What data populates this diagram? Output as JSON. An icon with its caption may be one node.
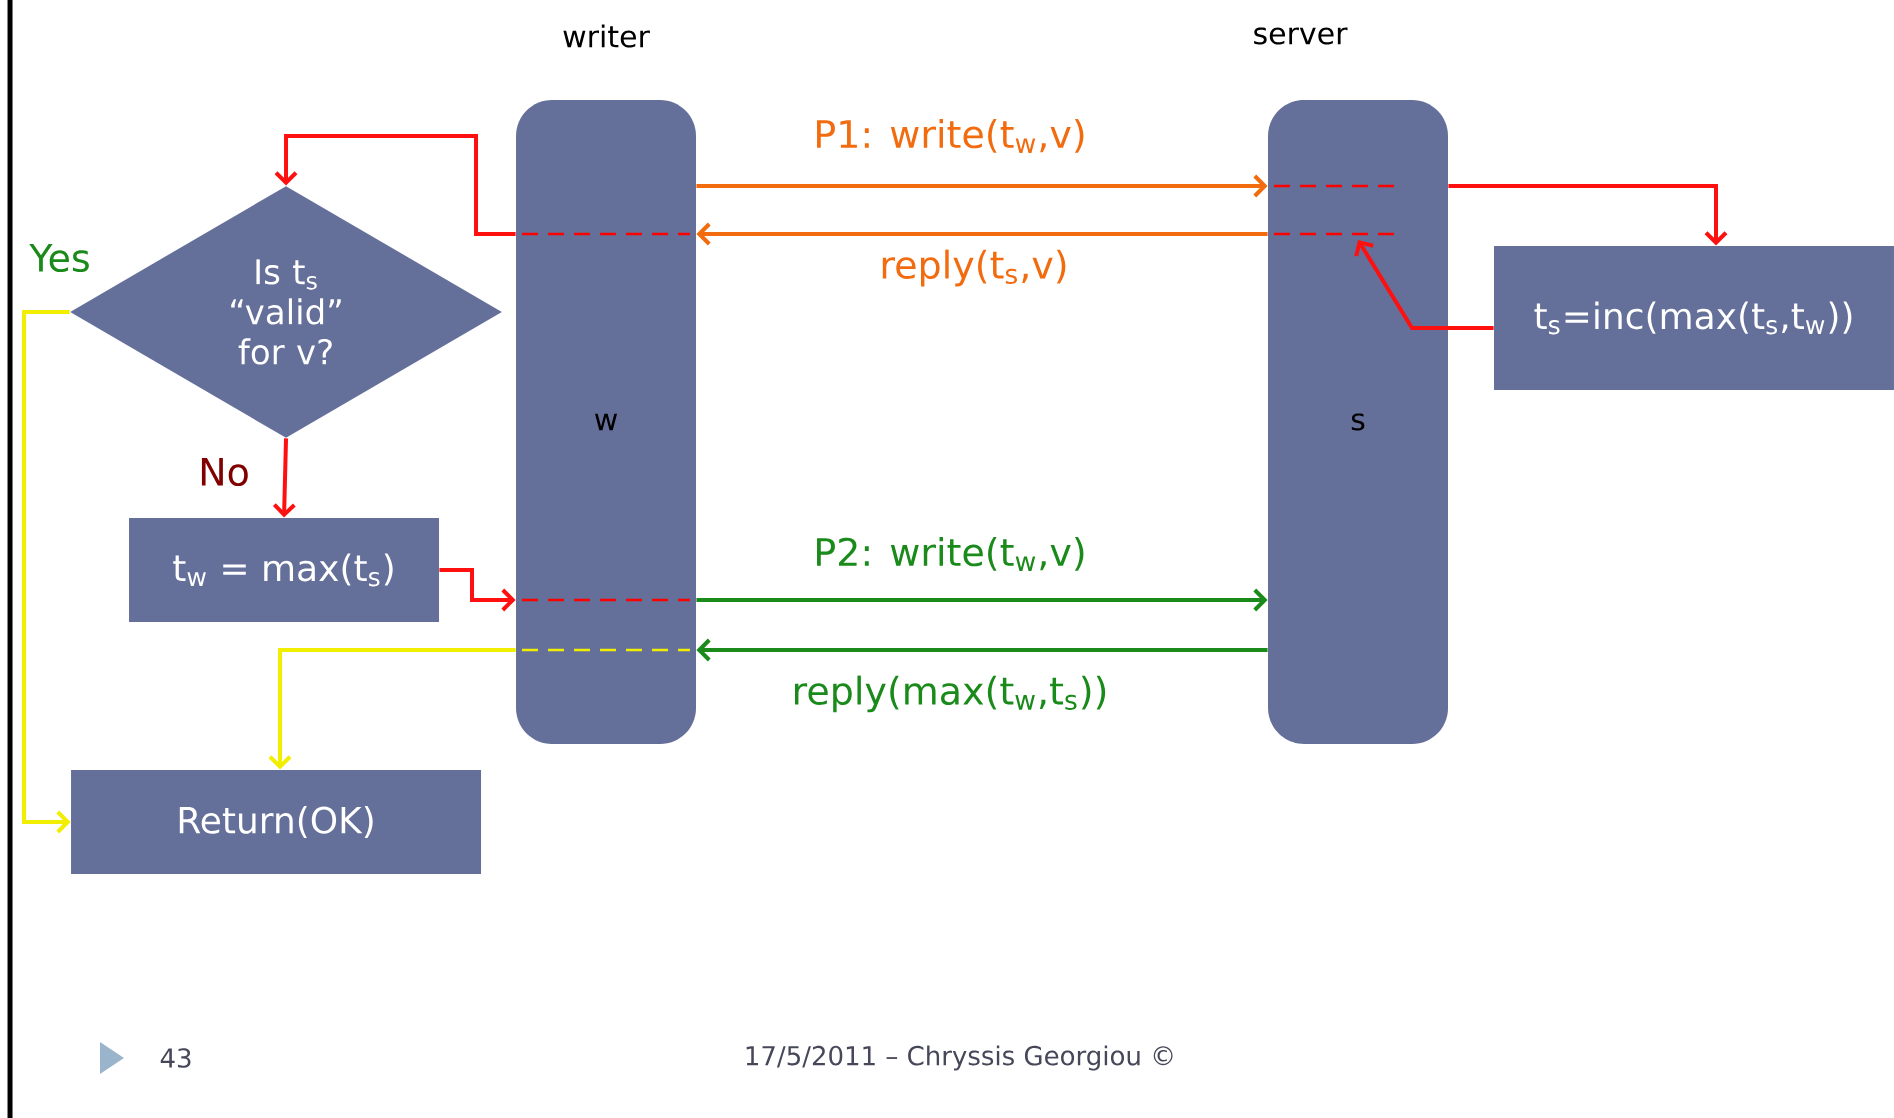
{
  "diagram": {
    "nodes": [
      {
        "text": [
          "w"
        ],
        "beside": [
          "writer"
        ]
      },
      {
        "text": [
          "s"
        ],
        "beside": [
          "server"
        ]
      },
      {
        "text": [
          "Is t$_{s}$ “valid” for v?"
        ]
      },
      {
        "text": [
          "t$_{w}$ = max(t$_{s}$)"
        ]
      },
      {
        "text": [
          "Return(OK)"
        ]
      },
      {
        "text": [
          "t$_{s}$=inc(max(t$_{s}$,t$_{w}$))"
        ]
      }
    ],
    "edges": [
      {
        "from": 0,
        "to": 1,
        "arrow": "to",
        "label": "P1: write(t$_{w}$,v)",
        "color": "#f26b0f"
      },
      {
        "from": 1,
        "to": 0,
        "arrow": "to",
        "label": "reply(t$_{s}$,v)",
        "color": "#f26b0f"
      },
      {
        "from": 0,
        "to": 1,
        "arrow": "to",
        "label": "P2: write(t$_{w}$,v)",
        "color": "#1a8a1a"
      },
      {
        "from": 1,
        "to": 0,
        "arrow": "to",
        "label": "reply(max(t$_{w}$,t$_{s}$))",
        "color": "#1a8a1a"
      },
      {
        "from": 0,
        "to": 2,
        "arrow": "to"
      },
      {
        "from": 2,
        "to": 3,
        "arrow": "to",
        "label": "No"
      },
      {
        "from": 3,
        "to": 0,
        "arrow": "to"
      },
      {
        "from": 2,
        "to": 4,
        "arrow": "to",
        "label": "Yes",
        "color": "#f2ee00"
      },
      {
        "from": 0,
        "to": 4,
        "arrow": "to",
        "color": "#f2ee00"
      },
      {
        "from": 1,
        "to": 5,
        "arrow": "to"
      },
      {
        "from": 5,
        "to": 1,
        "arrow": "to"
      }
    ],
    "labels": [
      "43",
      "17/5/2011 – Chryssis Georgiou ©"
    ]
  }
}
